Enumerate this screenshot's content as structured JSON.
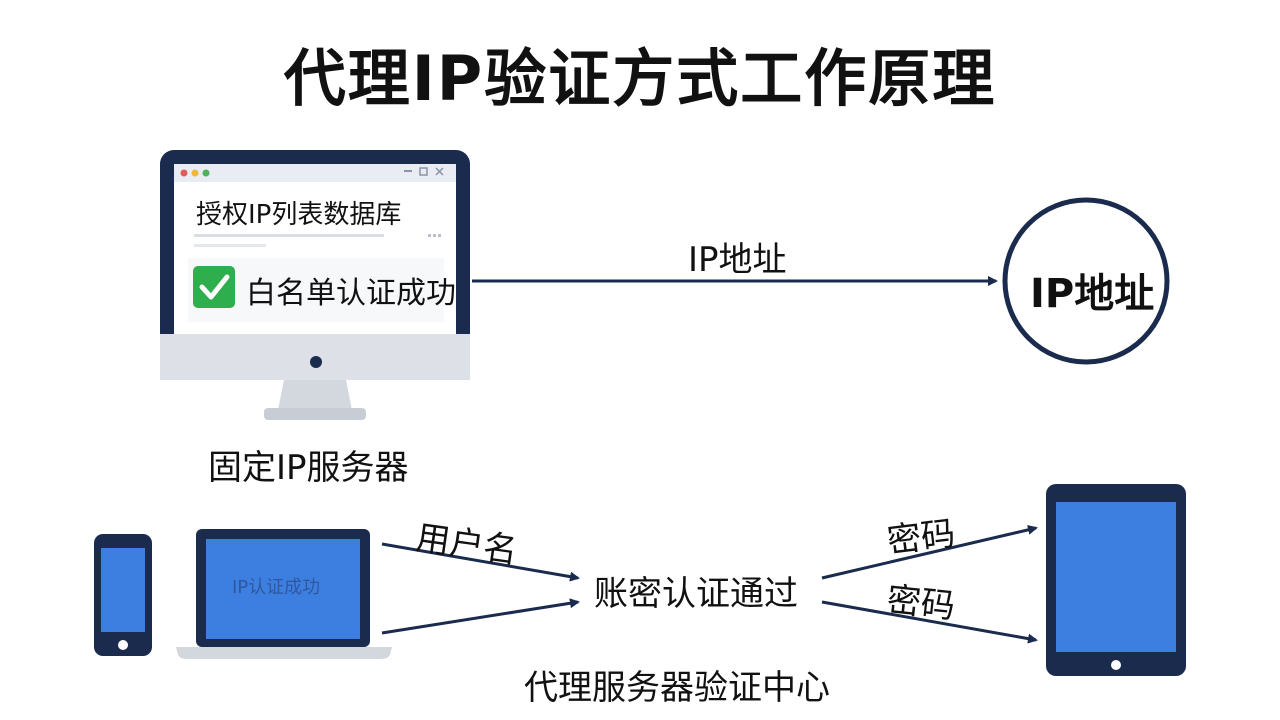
{
  "title": "代理IP验证方式工作原理",
  "server": {
    "window_label": "授权IP列表数据库",
    "status_text": "白名单认证成功",
    "caption": "固定IP服务器"
  },
  "ip_flow": {
    "arrow_label": "IP地址",
    "target_label": "IP地址"
  },
  "account_flow": {
    "laptop_screen_text": "IP认证成功",
    "username_label": "用户名",
    "center_label": "账密认证通过",
    "password_label_top": "密码",
    "password_label_bottom": "密码",
    "caption": "代理服务器验证中心"
  },
  "colors": {
    "navy": "#1a2b4d",
    "screen_blue": "#3d7fe0",
    "check_green": "#2fae4e",
    "silver": "#d3d7de"
  },
  "icons": [
    "desktop-monitor-icon",
    "checkmark-icon",
    "smartphone-icon",
    "laptop-icon",
    "tablet-icon"
  ]
}
